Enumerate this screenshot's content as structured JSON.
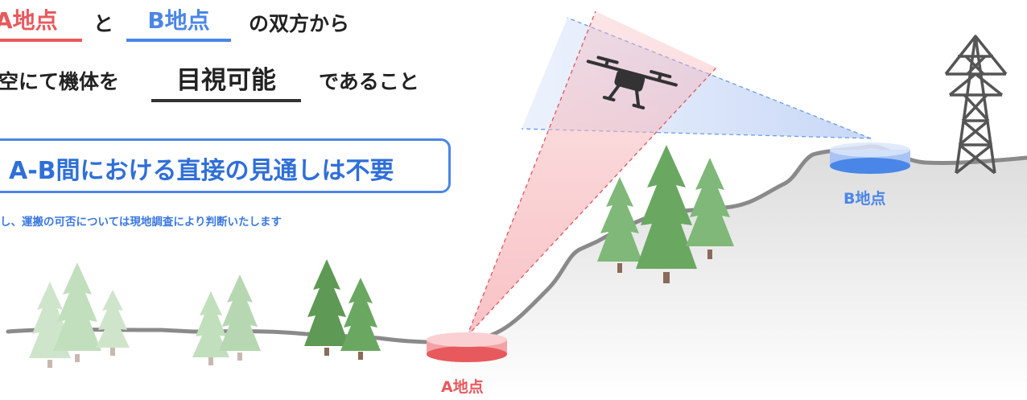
{
  "heading": {
    "line1": {
      "chip_a": "A地点",
      "connector": "と",
      "chip_b": "B地点",
      "suffix": "の双方から"
    },
    "line2": {
      "prefix": "空にて機体を",
      "chip": "目視可能",
      "suffix": "であること"
    }
  },
  "callout": {
    "text": "A-B間における直接の見通しは不要",
    "note": "し、運搬の可否については現地調査により判断いたします"
  },
  "points": {
    "a_label": "A地点",
    "b_label": "B地点"
  },
  "colors": {
    "point_a": "#e8595d",
    "point_b": "#4a86e8",
    "tree_light": "#b6d7b2",
    "tree_mid": "#7fb878",
    "tree_dark": "#4f9148",
    "terrain_line": "#8a8a8a",
    "hill_fill": "#e6e6e6",
    "tower": "#555555"
  },
  "icons": [
    "drone-icon",
    "transmission-tower-icon",
    "tree-icon"
  ]
}
